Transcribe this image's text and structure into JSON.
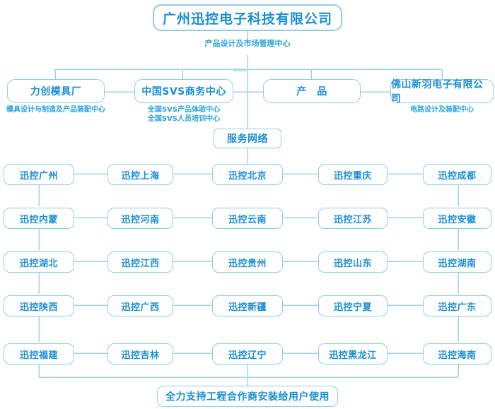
{
  "diagram": {
    "type": "organization-chart",
    "colors": {
      "node_border": "#8fcfe6",
      "node_text": "#1b8fd4",
      "caption_text": "#2aa3dd",
      "connector": "#9fd4e8",
      "background": "#ffffff"
    },
    "title_node": {
      "label": "广州迅控电子科技有限公司",
      "caption": "产品设计及市场管理中心"
    },
    "units": [
      {
        "label": "力创模具厂",
        "captions": [
          "模具设计与制造及产品装配中心"
        ]
      },
      {
        "label": "中国SVS商务中心",
        "captions": [
          "全国SVS产品体验中心",
          "全国SVS人员培训中心"
        ]
      },
      {
        "label": "产　品",
        "captions": []
      },
      {
        "label": "佛山新羽电子有限公司",
        "captions": [
          "电路设计及装配中心"
        ]
      }
    ],
    "service_node": {
      "label": "服务网络"
    },
    "branch_columns": [
      "col1",
      "col2",
      "col3",
      "col4",
      "col5"
    ],
    "branch_rows": [
      {
        "cells": [
          "迅控广州",
          "迅控上海",
          "迅控北京",
          "迅控重庆",
          "迅控成都"
        ]
      },
      {
        "cells": [
          "迅控内蒙",
          "迅控河南",
          "迅控云南",
          "迅控江苏",
          "迅控安徽"
        ]
      },
      {
        "cells": [
          "迅控湖北",
          "迅控江西",
          "迅控贵州",
          "迅控山东",
          "迅控湖南"
        ]
      },
      {
        "cells": [
          "迅控陕西",
          "迅控广西",
          "迅控新疆",
          "迅控宁夏",
          "迅控广东"
        ]
      },
      {
        "cells": [
          "迅控福建",
          "迅控吉林",
          "迅控辽宁",
          "迅控黑龙江",
          "迅控海南"
        ]
      }
    ],
    "footer_node": {
      "label": "全力支持工程合作商安装给用户使用"
    }
  }
}
